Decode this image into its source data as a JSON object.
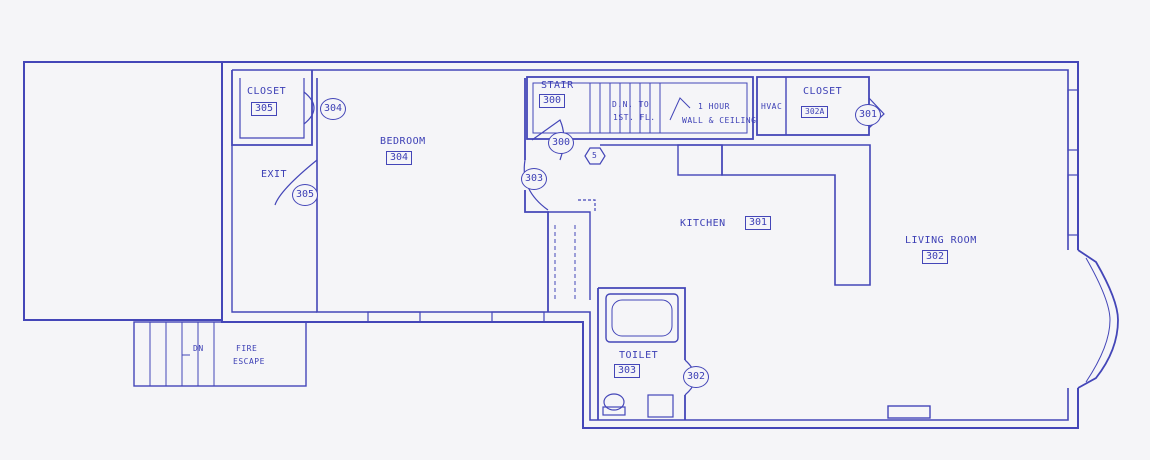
{
  "rooms": {
    "closet_305": {
      "name": "CLOSET",
      "number": "305"
    },
    "bedroom": {
      "name": "BEDROOM",
      "number": "304"
    },
    "stair": {
      "name": "STAIR",
      "number": "300"
    },
    "stair_note": {
      "line1": "D.N. TO",
      "line2": "1ST. FL."
    },
    "wall_note": {
      "line1": "1 HOUR",
      "line2": "WALL & CEILING"
    },
    "hvac": {
      "name": "HVAC"
    },
    "closet_302a": {
      "name": "CLOSET",
      "number": "302A"
    },
    "kitchen": {
      "name": "KITCHEN",
      "number": "301"
    },
    "living_room": {
      "name": "LIVING ROOM",
      "number": "302"
    },
    "toilet": {
      "name": "TOILET",
      "number": "303"
    },
    "exit": {
      "name": "EXIT"
    },
    "fire_escape": {
      "line1": "FIRE",
      "line2": "ESCAPE",
      "arrow_label": "DN"
    }
  },
  "doors": {
    "d304": "304",
    "d305": "305",
    "d300": "300",
    "d303": "303",
    "d301": "301",
    "d302": "302"
  },
  "marker": "5",
  "colors": {
    "line": "#4446b8",
    "paper": "#f5f5f8"
  }
}
